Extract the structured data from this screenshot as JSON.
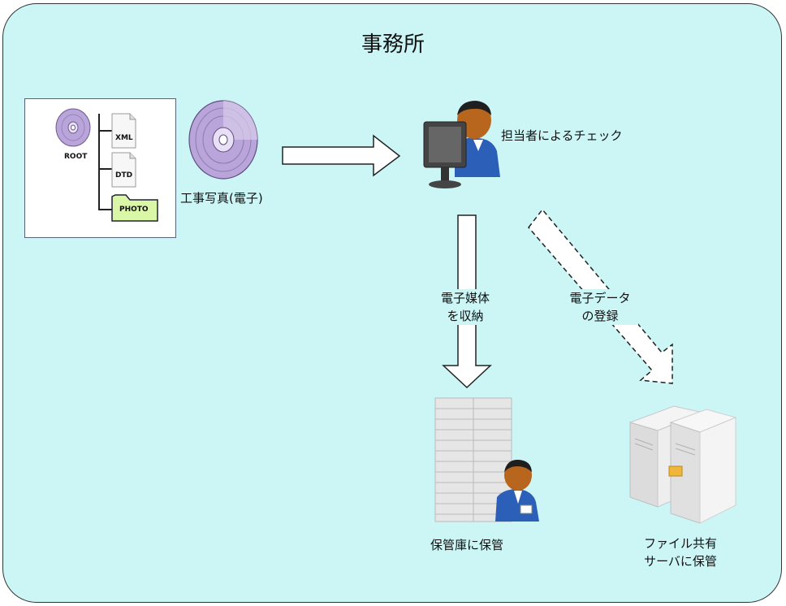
{
  "title": "事務所",
  "tree": {
    "root_label": "ROOT",
    "items": [
      "XML",
      "DTD",
      "PHOTO"
    ]
  },
  "disc_label": "工事写真(電子)",
  "checker_label": "担当者によるチェック",
  "arrow_media": {
    "line1": "電子媒体",
    "line2": "を収納"
  },
  "arrow_data": {
    "line1": "電子データ",
    "line2": "の登録"
  },
  "storage_label": "保管庫に保管",
  "server_label": {
    "line1": "ファイル共有",
    "line2": "サーバに保管"
  },
  "colors": {
    "background": "#ccf6f6",
    "photo_folder": "#d9f7a6",
    "disc": "#b9a5d9"
  }
}
